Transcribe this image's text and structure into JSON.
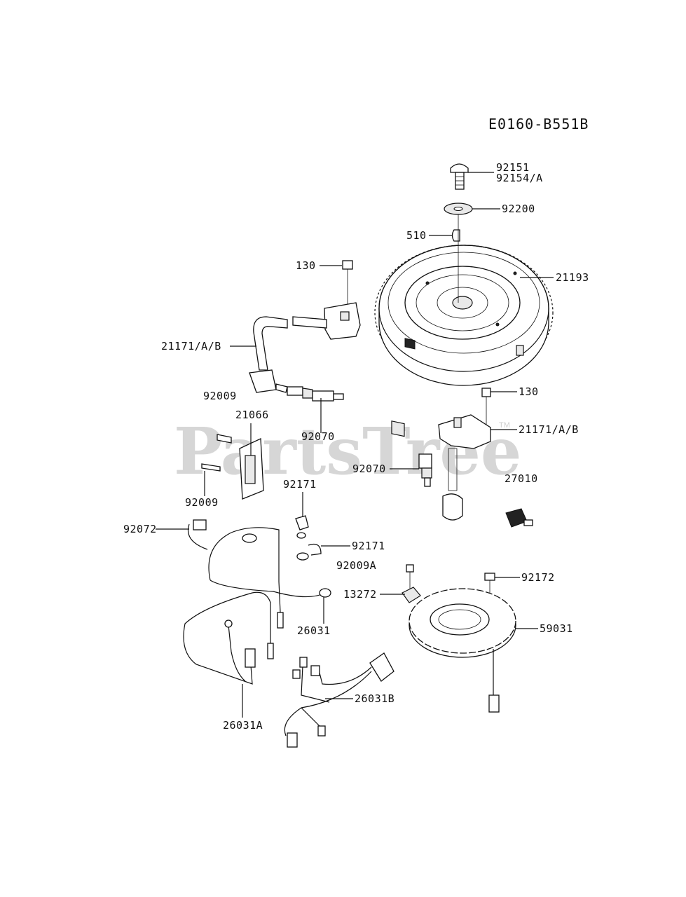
{
  "diagram_code": "E0160-B551B",
  "watermark": {
    "text": "PartsTree",
    "mark": "TM"
  },
  "callouts": [
    {
      "id": "c-92151",
      "text": "92151"
    },
    {
      "id": "c-92154A",
      "text": "92154/A"
    },
    {
      "id": "c-92200",
      "text": "92200"
    },
    {
      "id": "c-510",
      "text": "510"
    },
    {
      "id": "c-130a",
      "text": "130"
    },
    {
      "id": "c-21193",
      "text": "21193"
    },
    {
      "id": "c-21171a",
      "text": "21171/A/B"
    },
    {
      "id": "c-130b",
      "text": "130"
    },
    {
      "id": "c-92009a",
      "text": "92009"
    },
    {
      "id": "c-21066",
      "text": "21066"
    },
    {
      "id": "c-21171b",
      "text": "21171/A/B"
    },
    {
      "id": "c-92070a",
      "text": "92070"
    },
    {
      "id": "c-92070b",
      "text": "92070"
    },
    {
      "id": "c-27010",
      "text": "27010"
    },
    {
      "id": "c-92009b",
      "text": "92009"
    },
    {
      "id": "c-92171a",
      "text": "92171"
    },
    {
      "id": "c-92072",
      "text": "92072"
    },
    {
      "id": "c-92171b",
      "text": "92171"
    },
    {
      "id": "c-92009A",
      "text": "92009A"
    },
    {
      "id": "c-92172",
      "text": "92172"
    },
    {
      "id": "c-13272",
      "text": "13272"
    },
    {
      "id": "c-59031",
      "text": "59031"
    },
    {
      "id": "c-26031",
      "text": "26031"
    },
    {
      "id": "c-26031B",
      "text": "26031B"
    },
    {
      "id": "c-26031A",
      "text": "26031A"
    }
  ]
}
